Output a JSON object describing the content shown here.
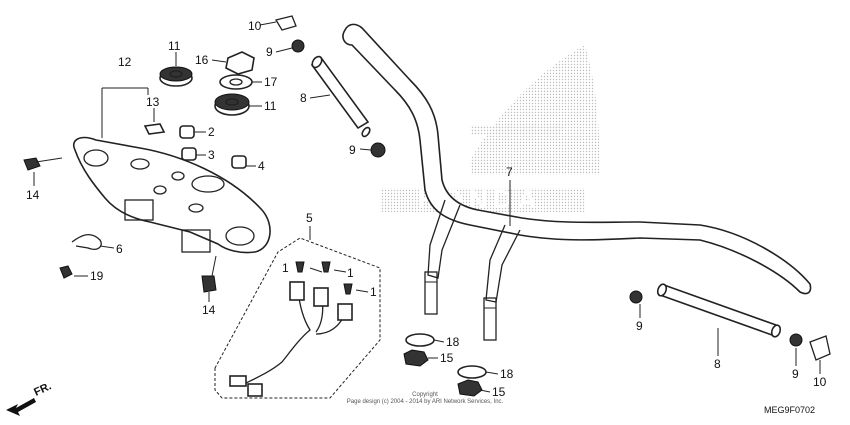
{
  "diagram": {
    "callouts": [
      {
        "id": "c10a",
        "label": "10"
      },
      {
        "id": "c9a",
        "label": "9"
      },
      {
        "id": "c8a",
        "label": "8"
      },
      {
        "id": "c9b",
        "label": "9"
      },
      {
        "id": "c11a",
        "label": "11"
      },
      {
        "id": "c16",
        "label": "16"
      },
      {
        "id": "c17",
        "label": "17"
      },
      {
        "id": "c11b",
        "label": "11"
      },
      {
        "id": "c12",
        "label": "12"
      },
      {
        "id": "c13",
        "label": "13"
      },
      {
        "id": "c2",
        "label": "2"
      },
      {
        "id": "c3",
        "label": "3"
      },
      {
        "id": "c4",
        "label": "4"
      },
      {
        "id": "c14a",
        "label": "14"
      },
      {
        "id": "c6",
        "label": "6"
      },
      {
        "id": "c19",
        "label": "19"
      },
      {
        "id": "c14b",
        "label": "14"
      },
      {
        "id": "c5",
        "label": "5"
      },
      {
        "id": "c1a",
        "label": "1"
      },
      {
        "id": "c1b",
        "label": "1"
      },
      {
        "id": "c1c",
        "label": "1"
      },
      {
        "id": "c7",
        "label": "7"
      },
      {
        "id": "c18a",
        "label": "18"
      },
      {
        "id": "c15a",
        "label": "15"
      },
      {
        "id": "c18b",
        "label": "18"
      },
      {
        "id": "c15b",
        "label": "15"
      },
      {
        "id": "c9c",
        "label": "9"
      },
      {
        "id": "c8b",
        "label": "8"
      },
      {
        "id": "c9d",
        "label": "9"
      },
      {
        "id": "c10b",
        "label": "10"
      }
    ],
    "front_label": "FR.",
    "copyright_line1": "Copyright",
    "copyright_line2": "Page design (c) 2004 - 2014 by ARI Network Services, Inc.",
    "diagram_code": "MEG9F0702",
    "watermark_text": "HONDA",
    "colors": {
      "line": "#222222",
      "watermark": "#c8c8c8"
    }
  }
}
